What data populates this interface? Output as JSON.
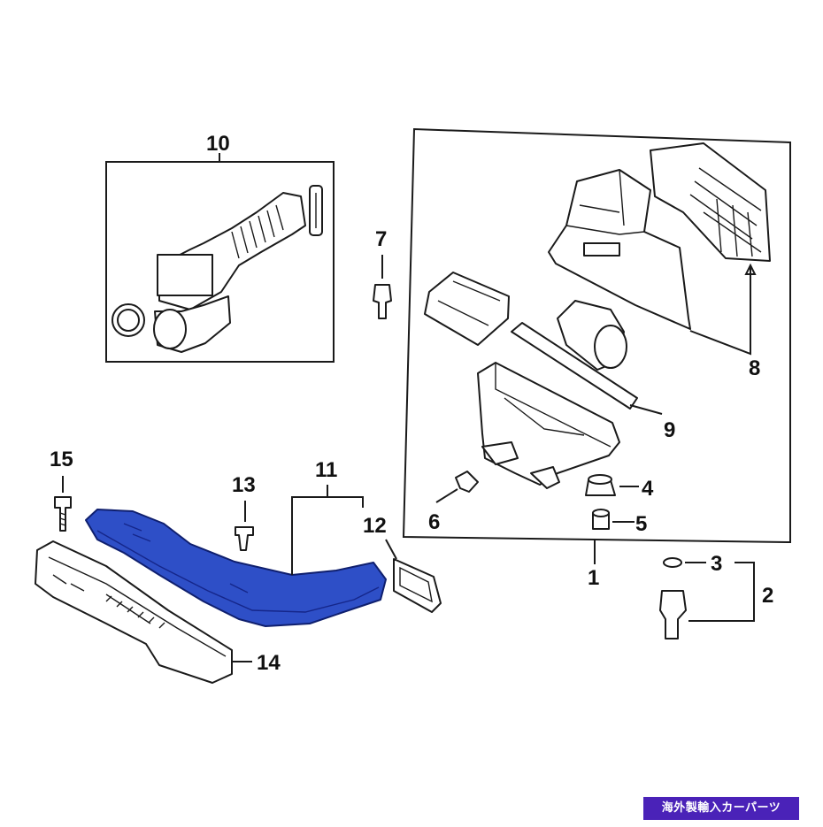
{
  "callouts": {
    "c1": "1",
    "c2": "2",
    "c3": "3",
    "c4": "4",
    "c5": "5",
    "c6": "6",
    "c7": "7",
    "c8": "8",
    "c9": "9",
    "c10": "10",
    "c11": "11",
    "c12": "12",
    "c13": "13",
    "c14": "14",
    "c15": "15"
  },
  "badge": {
    "text": "海外製輸入カーパーツ"
  },
  "colors": {
    "highlight": "#2e4fc7",
    "badge": "#4a22b8",
    "line": "#1a1a1a"
  }
}
